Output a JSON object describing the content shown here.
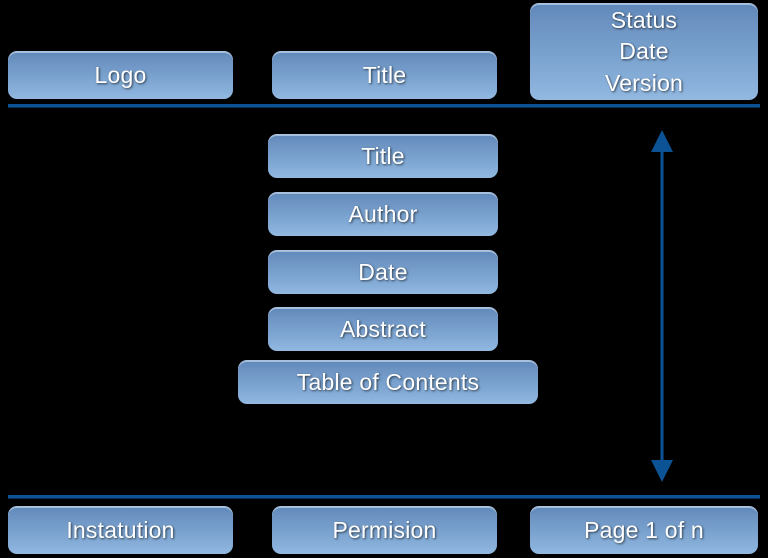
{
  "page": {
    "background_color": "#000000",
    "box_accent_top": "#5f88ba",
    "box_accent_bottom": "#93b9e0",
    "line_color": "#0b5394",
    "text_color": "#ffffff"
  },
  "header": {
    "logo_label": "Logo",
    "title_label": "Title",
    "status_block_label": "Status\nDate\nVersion"
  },
  "body_stack": {
    "items": [
      {
        "label": "Title"
      },
      {
        "label": "Author"
      },
      {
        "label": "Date"
      },
      {
        "label": "Abstract"
      },
      {
        "label": "Table of Contents"
      }
    ]
  },
  "footer": {
    "institution_label": "Instatution",
    "permission_label": "Permision",
    "page_label": "Page 1 of n"
  },
  "annotations": {
    "height_arrow_name": "vertical-double-arrow"
  }
}
